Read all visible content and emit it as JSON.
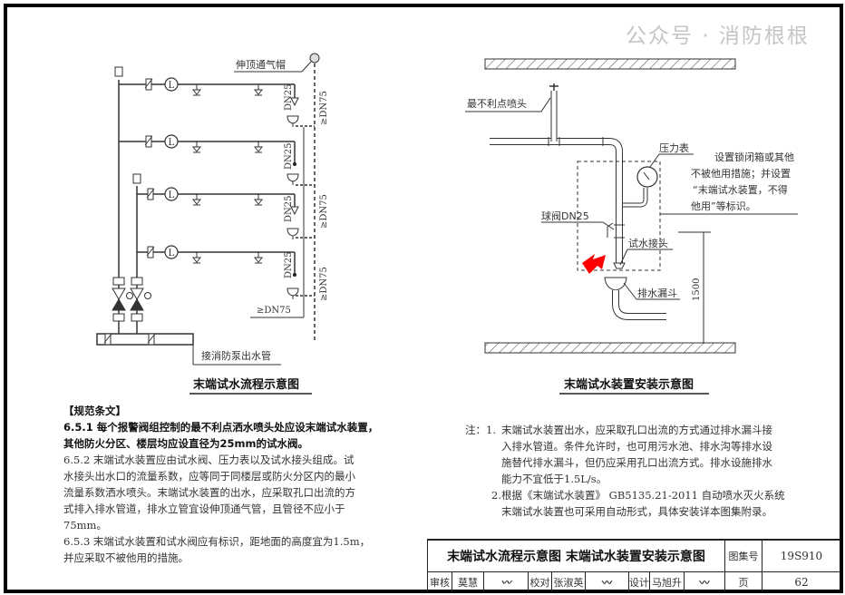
{
  "flow_diagram": {
    "title": "末端试水流程示意图",
    "vent_cap_label": "伸顶通气帽",
    "pump_outlet_label": "接消防泵出水管",
    "branch_pipe_label": "DN25",
    "drain_riser_label": "≥DN75",
    "drain_header_label": "≥DN75",
    "flow_indicator_symbol": "L"
  },
  "install_diagram": {
    "title": "末端试水装置安装示意图",
    "sprinkler_label": "最不利点喷头",
    "gauge_label": "压力表",
    "ball_valve_label": "球阀DN25",
    "test_connector_label": "试水接头",
    "drain_funnel_label": "排水漏斗",
    "height_dimension": "1500",
    "box_note": [
      "设置锁闭箱或其他",
      "不被他用措施；并设置",
      "“末端试水装置，不得",
      "他用”等标识。"
    ],
    "highlight_color": "#ff0000"
  },
  "code_clauses": {
    "heading": "【规范条文】",
    "clause_1": [
      "6.5.1 每个报警阀组控制的最不利点洒水喷头处应设末端试水装置，",
      "其他防火分区、楼层均应设直径为25mm的试水阀。"
    ],
    "clause_2": [
      "6.5.2 末端试水装置应由试水阀、压力表以及试水接头组成。试",
      "水接头出水口的流量系数，应等同于同楼层或防火分区内的最小",
      "流量系数洒水喷头。末端试水装置的出水，应采取孔口出流的方",
      "式排入排水管道，排水立管宜设伸顶通气管，且管径不应小于",
      "75mm。"
    ],
    "clause_3": [
      "6.5.3 末端试水装置和试水阀应有标识，距地面的高度宜为1.5m，",
      "并应采取不被他用的措施。"
    ]
  },
  "notes": {
    "prefix": "注：1.",
    "note_1": [
      "末端试水装置出水，应采取孔口出流的方式通过排水漏斗接",
      "入排水管道。条件允许时，也可用污水池、排水沟等排水设",
      "施替代排水漏斗，但仍应采用孔口出流方式。排水设施排水",
      "能力不宜低于1.5L/s。"
    ],
    "note_2_num": "2.",
    "note_2": [
      "根据《末端试水装置》 GB5135.21-2011 自动喷水灭火系统",
      "末端试水装置也可采用自动形式，具体安装详本图集附录。"
    ]
  },
  "title_block": {
    "drawing_title": "末端试水流程示意图 末端试水装置安装示意图",
    "atlas_no_label": "图集号",
    "atlas_no": "19S910",
    "review_label": "审核",
    "reviewer": "莫慧",
    "check_label": "校对",
    "checker": "张淑英",
    "design_label": "设计",
    "designer": "马旭升",
    "page_label": "页",
    "page_no": "62"
  },
  "watermark": "公众号 · 消防根根"
}
